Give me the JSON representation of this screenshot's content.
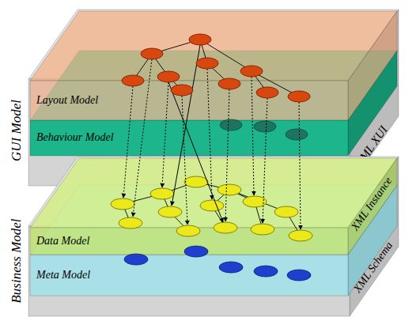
{
  "diagram": {
    "nodes": [
      {
        "text": [
          "GUI Model",
          "XML XUI"
        ]
      },
      {
        "text": [
          "Layout Model"
        ],
        "in": 0
      },
      {
        "text": [
          "Behaviour Model"
        ],
        "in": 0
      },
      {
        "text": [
          "Business Model"
        ]
      },
      {
        "text": [
          "Data Model",
          "XML Instance"
        ],
        "in": 3
      },
      {
        "text": [
          "Meta Model",
          "XML Schema"
        ],
        "in": 3
      }
    ]
  }
}
